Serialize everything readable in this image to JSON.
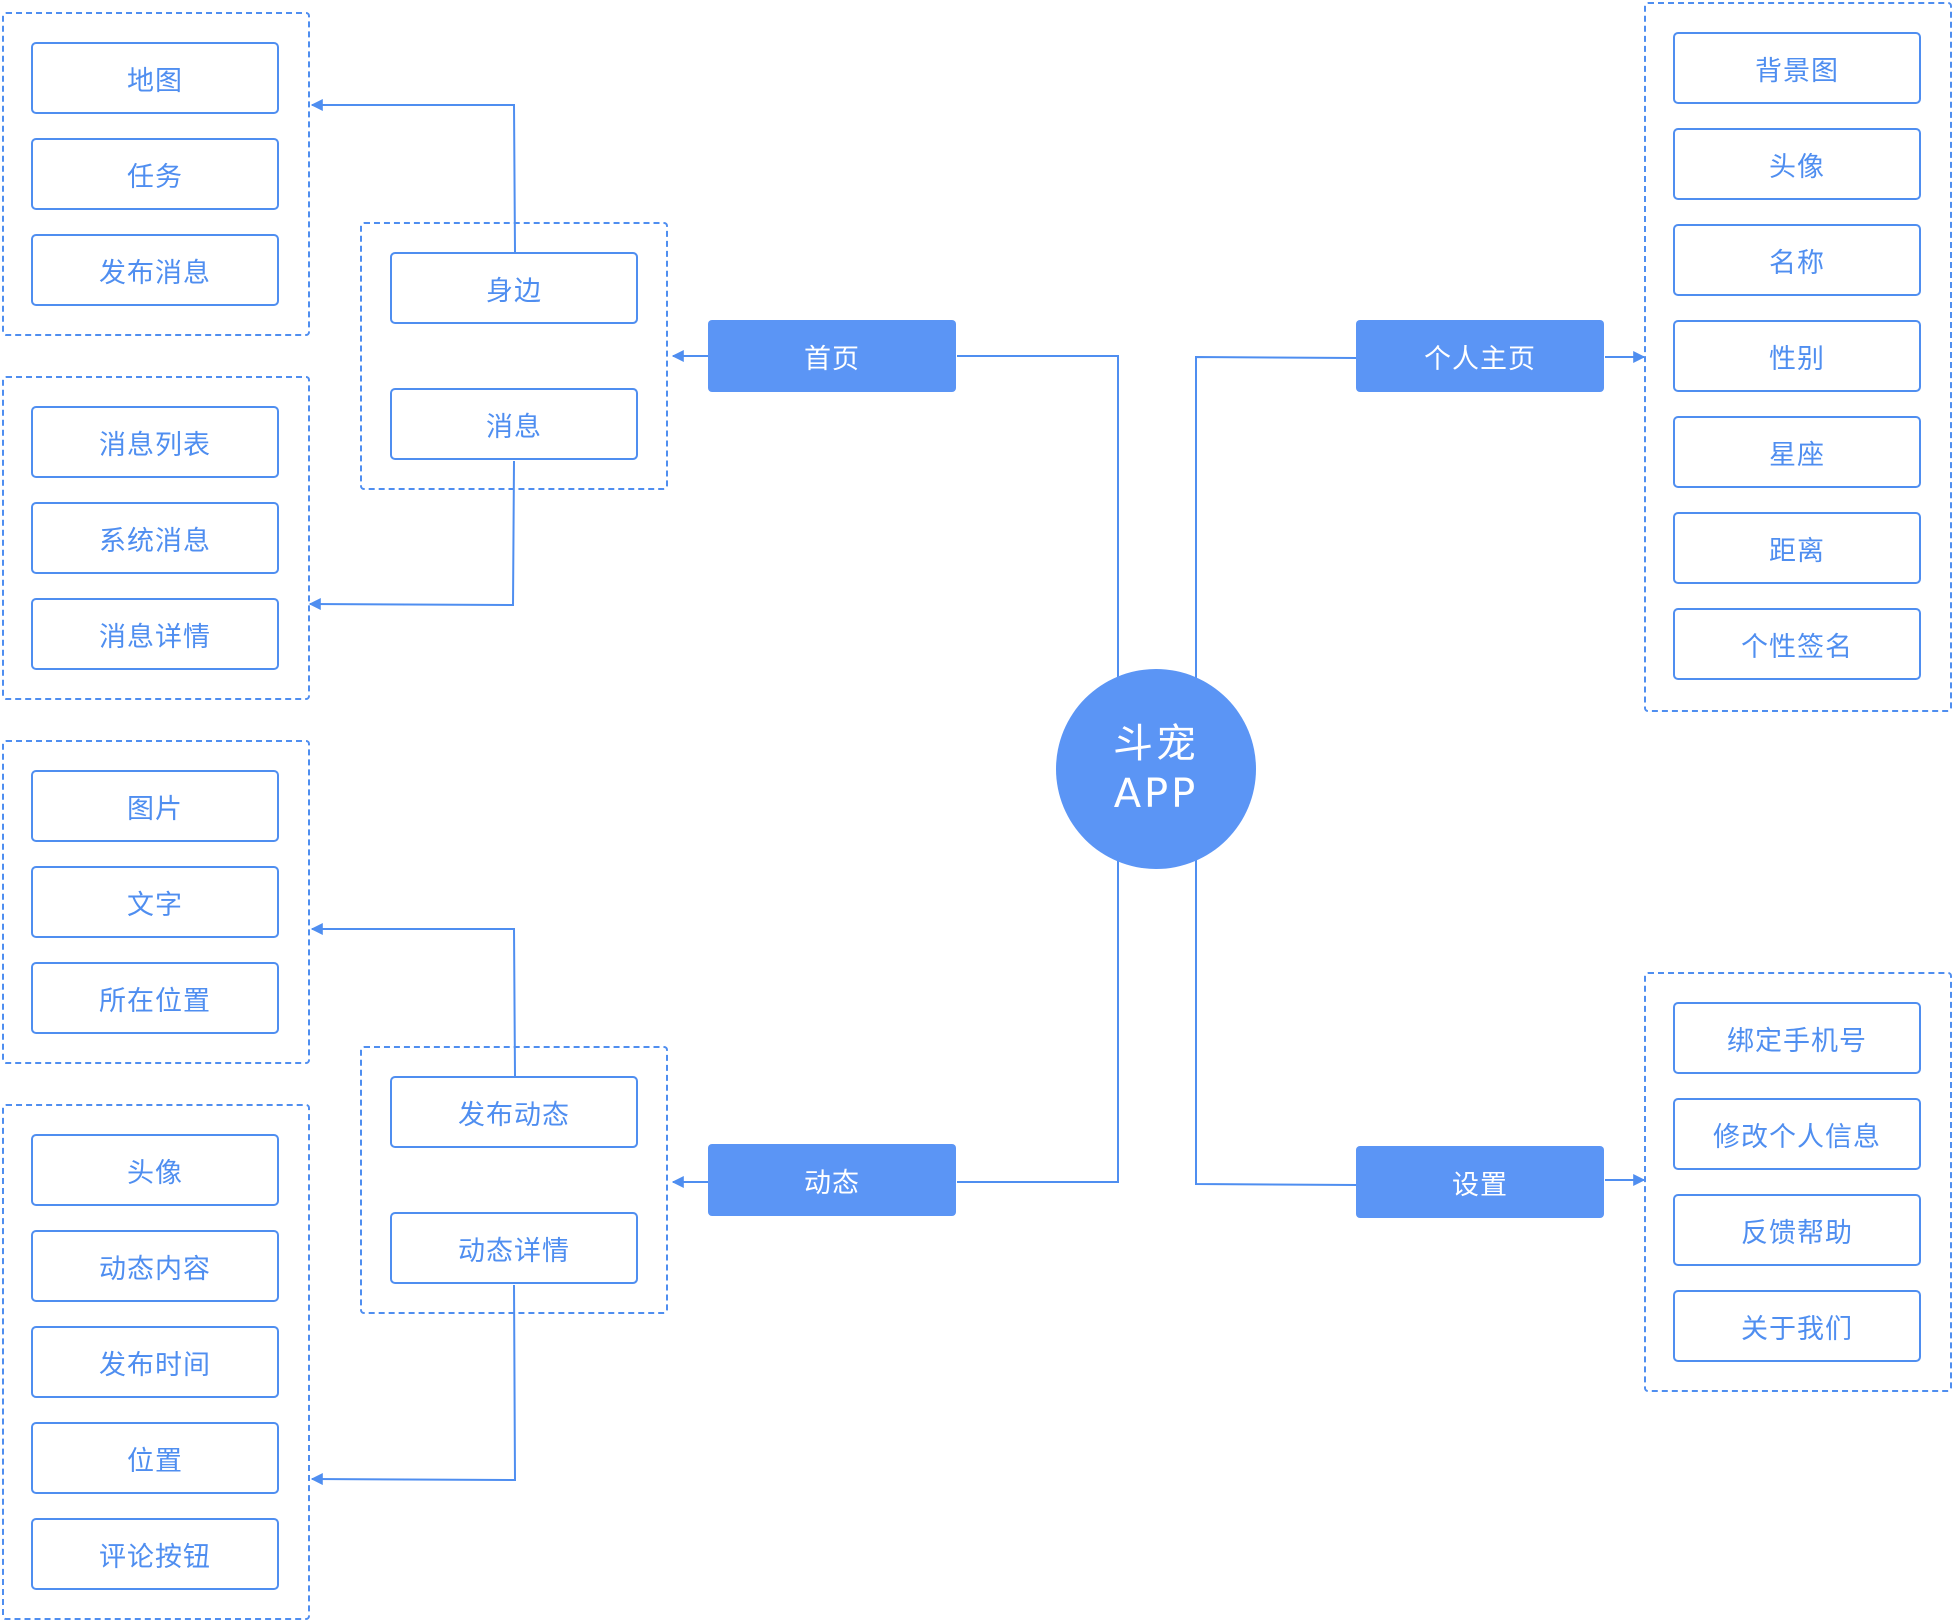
{
  "center": {
    "title": "斗宠",
    "subtitle": "APP"
  },
  "colors": {
    "accent": "#5b95f5",
    "line": "#4f8ef0",
    "text": "#4f8ef0"
  },
  "sections": {
    "home": {
      "label": "首页",
      "children": [
        "身边",
        "消息"
      ],
      "nearby_items": [
        "地图",
        "任务",
        "发布消息"
      ],
      "message_items": [
        "消息列表",
        "系统消息",
        "消息详情"
      ]
    },
    "feed": {
      "label": "动态",
      "children": [
        "发布动态",
        "动态详情"
      ],
      "publish_items": [
        "图片",
        "文字",
        "所在位置"
      ],
      "detail_items": [
        "头像",
        "动态内容",
        "发布时间",
        "位置",
        "评论按钮"
      ]
    },
    "profile": {
      "label": "个人主页",
      "items": [
        "背景图",
        "头像",
        "名称",
        "性别",
        "星座",
        "距离",
        "个性签名"
      ]
    },
    "settings": {
      "label": "设置",
      "items": [
        "绑定手机号",
        "修改个人信息",
        "反馈帮助",
        "关于我们"
      ]
    }
  }
}
